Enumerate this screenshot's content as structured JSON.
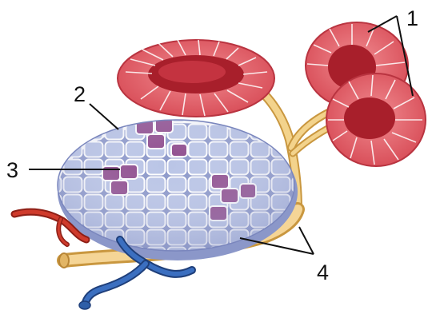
{
  "labels": {
    "l1": "1",
    "l2": "2",
    "l3": "3",
    "l4": "4"
  },
  "colors": {
    "background": "#ffffff",
    "acinus_fill": "#e8646c",
    "acinus_dark": "#c23642",
    "acinus_lumen": "#b8202e",
    "islet_fill": "#b9c4e6",
    "islet_stroke": "#ffffff",
    "alpha_cells": "#8e4a8c",
    "duct": "#f0c97a",
    "artery": "#c0392b",
    "vein": "#2f5fa8",
    "leader_line": "#111111"
  },
  "icons": [
    "acinus-top",
    "acinus-right",
    "islet-of-langerhans",
    "excretory-duct",
    "artery",
    "vein"
  ]
}
